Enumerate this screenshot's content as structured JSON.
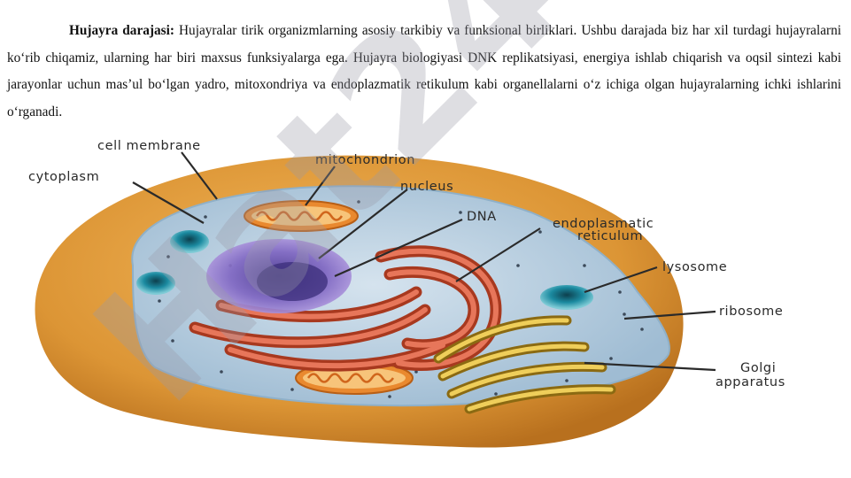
{
  "text": {
    "heading": "Hujayra darajasi:",
    "body": " Hujayralar tirik organizmlarning asosiy tarkibiy va funksional birliklari. Ushbu darajada biz har xil turdagi hujayralarni ko‘rib chiqamiz, ularning har biri maxsus funksiyalarga ega. Hujayra biologiyasi DNK replikatsiyasi, energiya ishlab chiqarish va oqsil sintezi kabi jarayonlar uchun mas’ul bo‘lgan yadro, mitoxondriya va endoplazmatik retikulum kabi organellalarni o‘z ichiga olgan hujayralarning ichki ishlarini o‘rganadi."
  },
  "figure": {
    "labels": {
      "cell_membrane": "cell membrane",
      "cytoplasm": "cytoplasm",
      "mitochondrion": "mitochondrion",
      "nucleus": "nucleus",
      "dna": "DNA",
      "er_line1": "endoplasmatic",
      "er_line2": "reticulum",
      "lysosome": "lysosome",
      "ribosome": "ribosome",
      "golgi_line1": "Golgi",
      "golgi_line2": "apparatus"
    },
    "watermark": "Hat24",
    "colors": {
      "outer_wall": "#d9922e",
      "cytoplasm": "#b8cfe0",
      "nucleus": "#8a6fc4",
      "er": "#c8553a",
      "mitochondria": "#e8892e",
      "golgi": "#c9a224",
      "lysosome": "#1f8aa0",
      "watermark_purple": "#8b5cf6",
      "watermark_grey": "#8a8a8a",
      "watermark_brown": "#7a4a1a"
    }
  }
}
